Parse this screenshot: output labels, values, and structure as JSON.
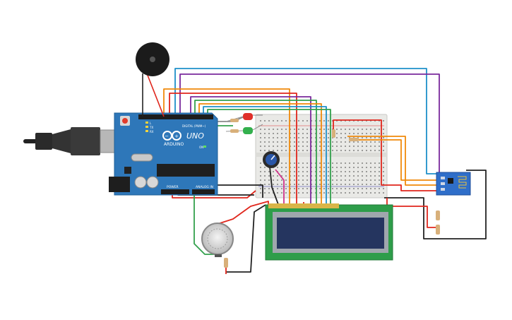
{
  "arduino": {
    "brand": "ARDUINO",
    "model": "UNO",
    "header_digital": "DIGITAL (PWM~)",
    "header_power": "POWER",
    "header_analog": "ANALOG IN",
    "led_labels": [
      "L",
      "TX",
      "RX",
      "ON"
    ]
  },
  "colors": {
    "board": "#2E77B9",
    "breadboard": "#E9E9E6",
    "lcd_pcb": "#2E9D4A",
    "lcd_screen": "#25355F",
    "wifi_module": "#2F6EC9",
    "wire_red": "#E0261C",
    "wire_black": "#222222",
    "wire_orange": "#F08A0B",
    "wire_blue": "#1E90C9",
    "wire_purple": "#7A2A9C",
    "wire_green": "#33A04D",
    "wire_gray": "#8A8A8A"
  },
  "components": [
    {
      "name": "buzzer-icon",
      "label": "Piezo buzzer"
    },
    {
      "name": "potentiometer-icon",
      "label": "Potentiometer"
    },
    {
      "name": "gas-sensor-icon",
      "label": "Gas sensor"
    },
    {
      "name": "lcd-icon",
      "label": "LCD 16x2"
    },
    {
      "name": "wifi-module-icon",
      "label": "ESP8266"
    },
    {
      "name": "led-red-icon",
      "label": "Red LED"
    },
    {
      "name": "led-green-icon",
      "label": "Green LED"
    }
  ]
}
